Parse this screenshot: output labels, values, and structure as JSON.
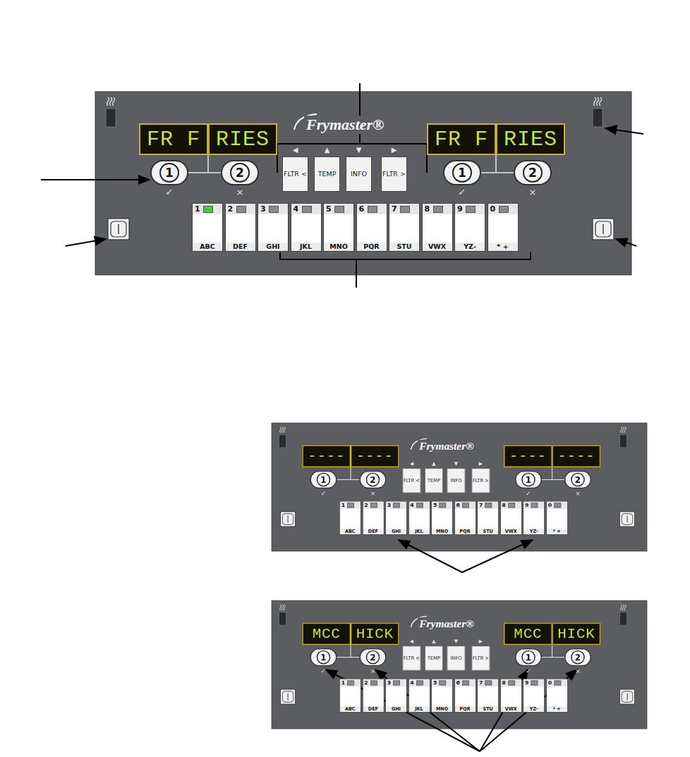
{
  "diagram": {
    "nodes": [
      {
        "text": [
          "Frymaster®"
        ]
      },
      {
        "text": [
          "FR F"
        ],
        "in": 0
      },
      {
        "text": [
          "RIES"
        ],
        "in": 0
      },
      {
        "text": [
          "FR F"
        ],
        "in": 0
      },
      {
        "text": [
          "RIES"
        ],
        "in": 0
      },
      {
        "text": [
          "1",
          "✓"
        ],
        "in": 0
      },
      {
        "text": [
          "2",
          "×"
        ],
        "in": 0
      },
      {
        "text": [
          "1",
          "✓"
        ],
        "in": 0
      },
      {
        "text": [
          "2",
          "×"
        ],
        "in": 0
      },
      {
        "text": [
          "◀",
          "FLTR <"
        ],
        "in": 0
      },
      {
        "text": [
          "▲",
          "TEMP"
        ],
        "in": 0
      },
      {
        "text": [
          "▼",
          "INFO"
        ],
        "in": 0
      },
      {
        "text": [
          "▶",
          "FLTR >"
        ],
        "in": 0
      },
      {
        "text": [
          "1",
          "ABC"
        ],
        "in": 0
      },
      {
        "text": [
          "2",
          "DEF"
        ],
        "in": 0
      },
      {
        "text": [
          "3",
          "GHI"
        ],
        "in": 0
      },
      {
        "text": [
          "4",
          "JKL"
        ],
        "in": 0
      },
      {
        "text": [
          "5",
          "MNO"
        ],
        "in": 0
      },
      {
        "text": [
          "6",
          "PQR"
        ],
        "in": 0
      },
      {
        "text": [
          "7",
          "STU"
        ],
        "in": 0
      },
      {
        "text": [
          "8",
          "VWX"
        ],
        "in": 0
      },
      {
        "text": [
          "9",
          "YZ-"
        ],
        "in": 0
      },
      {
        "text": [
          "0",
          "* +"
        ],
        "in": 0
      },
      {
        "text": [
          "Frymaster®"
        ]
      },
      {
        "text": [
          "----"
        ],
        "in": 23
      },
      {
        "text": [
          "----"
        ],
        "in": 23
      },
      {
        "text": [
          "----"
        ],
        "in": 23
      },
      {
        "text": [
          "----"
        ],
        "in": 23
      },
      {
        "text": [
          "1",
          "✓"
        ],
        "in": 23
      },
      {
        "text": [
          "2",
          "×"
        ],
        "in": 23
      },
      {
        "text": [
          "1",
          "✓"
        ],
        "in": 23
      },
      {
        "text": [
          "2",
          "×"
        ],
        "in": 23
      },
      {
        "text": [
          "◀",
          "FLTR <"
        ],
        "in": 23
      },
      {
        "text": [
          "▲",
          "TEMP"
        ],
        "in": 23
      },
      {
        "text": [
          "▼",
          "INFO"
        ],
        "in": 23
      },
      {
        "text": [
          "▶",
          "FLTR >"
        ],
        "in": 23
      },
      {
        "text": [
          "1",
          "ABC"
        ],
        "in": 23
      },
      {
        "text": [
          "2",
          "DEF"
        ],
        "in": 23
      },
      {
        "text": [
          "3",
          "GHI"
        ],
        "in": 23
      },
      {
        "text": [
          "4",
          "JKL"
        ],
        "in": 23
      },
      {
        "text": [
          "5",
          "MNO"
        ],
        "in": 23
      },
      {
        "text": [
          "6",
          "PQR"
        ],
        "in": 23
      },
      {
        "text": [
          "7",
          "STU"
        ],
        "in": 23
      },
      {
        "text": [
          "8",
          "VWX"
        ],
        "in": 23
      },
      {
        "text": [
          "9",
          "YZ-"
        ],
        "in": 23
      },
      {
        "text": [
          "0",
          "* +"
        ],
        "in": 23
      },
      {
        "text": [
          "Frymaster®"
        ]
      },
      {
        "text": [
          "MCC"
        ],
        "in": 46
      },
      {
        "text": [
          "HICK"
        ],
        "in": 46
      },
      {
        "text": [
          "MCC"
        ],
        "in": 46
      },
      {
        "text": [
          "HICK"
        ],
        "in": 46
      },
      {
        "text": [
          "1",
          "✓"
        ],
        "in": 46
      },
      {
        "text": [
          "2",
          "×"
        ],
        "in": 46
      },
      {
        "text": [
          "1",
          "✓"
        ],
        "in": 46
      },
      {
        "text": [
          "2",
          "×"
        ],
        "in": 46
      },
      {
        "text": [
          "◀",
          "FLTR <"
        ],
        "in": 46
      },
      {
        "text": [
          "▲",
          "TEMP"
        ],
        "in": 46
      },
      {
        "text": [
          "▼",
          "INFO"
        ],
        "in": 46
      },
      {
        "text": [
          "▶",
          "FLTR >"
        ],
        "in": 46
      },
      {
        "text": [
          "1",
          "ABC"
        ],
        "in": 46
      },
      {
        "text": [
          "2",
          "DEF"
        ],
        "in": 46
      },
      {
        "text": [
          "3",
          "GHI"
        ],
        "in": 46
      },
      {
        "text": [
          "4",
          "JKL"
        ],
        "in": 46
      },
      {
        "text": [
          "5",
          "MNO"
        ],
        "in": 46
      },
      {
        "text": [
          "6",
          "PQR"
        ],
        "in": 46
      },
      {
        "text": [
          "7",
          "STU"
        ],
        "in": 46
      },
      {
        "text": [
          "8",
          "VWX"
        ],
        "in": 46
      },
      {
        "text": [
          "9",
          "YZ-"
        ],
        "in": 46
      },
      {
        "text": [
          "0",
          "* +"
        ],
        "in": 46
      }
    ]
  }
}
